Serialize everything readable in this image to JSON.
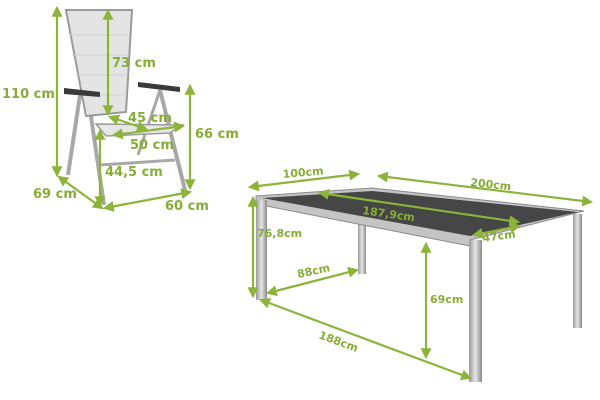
{
  "colors": {
    "dimension": "#8cb43a",
    "table_top": "#3e3e3e",
    "frame": "#b8b8b8",
    "chair_fabric": "#e2e2e2",
    "armrest": "#3a3a3a"
  },
  "chair": {
    "height": "110 cm",
    "backrest_height": "73 cm",
    "armrest_height": "66 cm",
    "seat_depth": "45 cm",
    "seat_width": "50 cm",
    "seat_height": "44,5 cm",
    "depth": "69 cm",
    "width": "60 cm"
  },
  "table": {
    "width": "100cm",
    "length": "200cm",
    "top_length": "187,9cm",
    "top_width": "47cm",
    "height": "76,8cm",
    "leg_width_span": "88cm",
    "clearance": "69cm",
    "leg_length_span": "188cm"
  }
}
